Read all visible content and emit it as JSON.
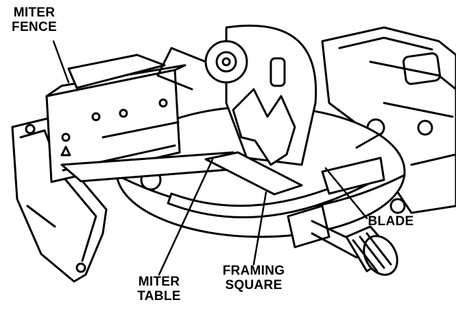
{
  "labels": {
    "miter_fence": [
      "MITER",
      "FENCE"
    ],
    "blade": [
      "BLADE"
    ],
    "miter_table": [
      "MITER",
      "TABLE"
    ],
    "framing_square": [
      "FRAMING",
      "SQUARE"
    ]
  },
  "colors": {
    "line": "#000000",
    "background": "#ffffff",
    "fill_light": "#f4f4f4"
  }
}
